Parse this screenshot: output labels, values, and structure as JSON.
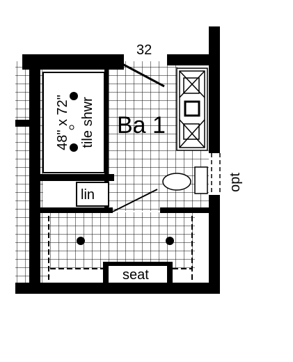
{
  "plan": {
    "dimension_top": "32",
    "room_label": "Ba 1",
    "shower_size": "48\" x 72\"",
    "shower_type": "tile shwr",
    "linen_label": "lin",
    "seat_label": "seat",
    "option_label": "opt"
  },
  "colors": {
    "wall": "#000000",
    "tile_line": "#000000",
    "background": "#ffffff"
  }
}
